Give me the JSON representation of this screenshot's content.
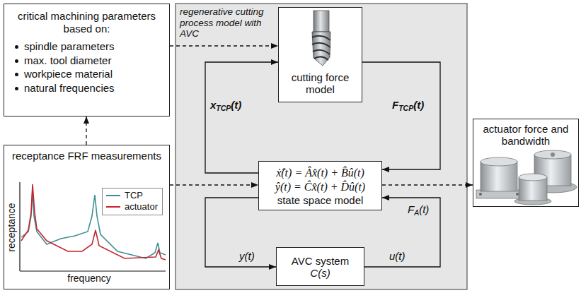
{
  "diagram": {
    "nodes": [
      {
        "text": [
          "critical machining parameters based on:",
          "spindle parameters",
          "max. tool diameter",
          "workpiece material",
          "natural frequencies"
        ]
      },
      {
        "text": [
          "receptance FRF measurements"
        ]
      },
      {
        "text": [
          "regenerative cutting process model with AVC"
        ]
      },
      {
        "text": [
          "cutting force model"
        ],
        "in": 2
      },
      {
        "text": [
          "ẋ̂(t) = Âx̂(t) + B̂û(t)",
          "ŷ(t) = Ĉx̂(t) + D̂û(t)",
          "state space model"
        ],
        "in": 2
      },
      {
        "text": [
          "AVC system",
          "C(s)"
        ],
        "in": 2
      },
      {
        "text": [
          "actuator force and bandwidth"
        ]
      }
    ],
    "edges": [
      {
        "from": 0,
        "to": 3,
        "arrow": "to"
      },
      {
        "from": 1,
        "to": 0,
        "arrow": "to"
      },
      {
        "from": 1,
        "to": 4,
        "arrow": "to"
      },
      {
        "from": 4,
        "to": 6,
        "arrow": "to"
      },
      {
        "from": 4,
        "to": 3,
        "arrow": "to",
        "label": "xTCP(t)"
      },
      {
        "from": 3,
        "to": 4,
        "arrow": "to",
        "label": "FTCP(t)"
      },
      {
        "from": 4,
        "to": 5,
        "arrow": "to",
        "label": "y(t)"
      },
      {
        "from": 5,
        "to": 4,
        "arrow": "to",
        "label": "u(t)"
      }
    ],
    "labels": [
      "receptance",
      "frequency",
      "FA(t)"
    ],
    "legend": [
      {
        "text": "TCP"
      },
      {
        "text": "actuator"
      }
    ]
  }
}
